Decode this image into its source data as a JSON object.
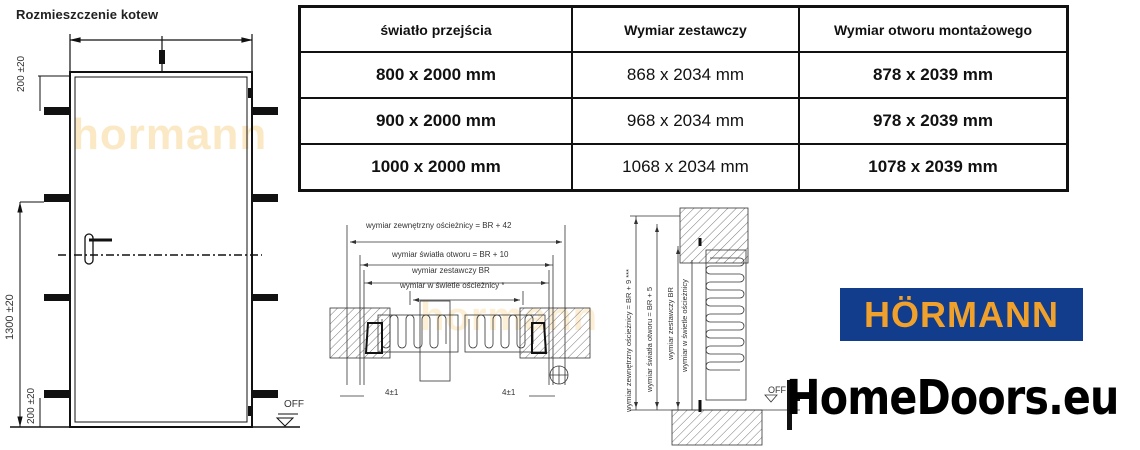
{
  "anchor_layout": {
    "title": "Rozmieszczenie kotew",
    "dimensions": {
      "top_anchor_offset": "200 ±20",
      "middle_anchor_height": "1300 ±20",
      "bottom_anchor_offset": "200 ±20"
    },
    "floor_label": "OFF",
    "watermark": "hormann"
  },
  "spec_table": {
    "headers": [
      "światło przejścia",
      "Wymiar zestawczy",
      "Wymiar otworu montażowego"
    ],
    "rows": [
      [
        "800 x 2000 mm",
        "868 x 2034 mm",
        "878 x 2039 mm"
      ],
      [
        "900 x 2000 mm",
        "968 x 2034 mm",
        "978 x 2039 mm"
      ],
      [
        "1000 x 2000 mm",
        "1068 x 2034 mm",
        "1078 x 2039 mm"
      ]
    ]
  },
  "horizontal_section": {
    "labels": [
      "wymiar zewnętrzny ościeżnicy = BR + 42",
      "wymiar światła otworu = BR + 10",
      "wymiar zestawczy BR",
      "wymiar w świetle ościeżnicy *"
    ],
    "gap_left": "4±1",
    "gap_right": "4±1"
  },
  "vertical_section": {
    "labels": [
      "wymiar zewnętrzny ościeżnicy = BR + 9 ***",
      "wymiar światła otworu = BR + 5",
      "wymiar zestawczy BR",
      "wymiar w świetle ościeżnicy"
    ],
    "floor_label": "OFF"
  },
  "brand": {
    "hormann_logo": "HÖRMANN",
    "hormann_bg": "#123c8c",
    "hormann_fg": "#f0a12c",
    "homedoors_logo": "HomeDoors.eu"
  }
}
